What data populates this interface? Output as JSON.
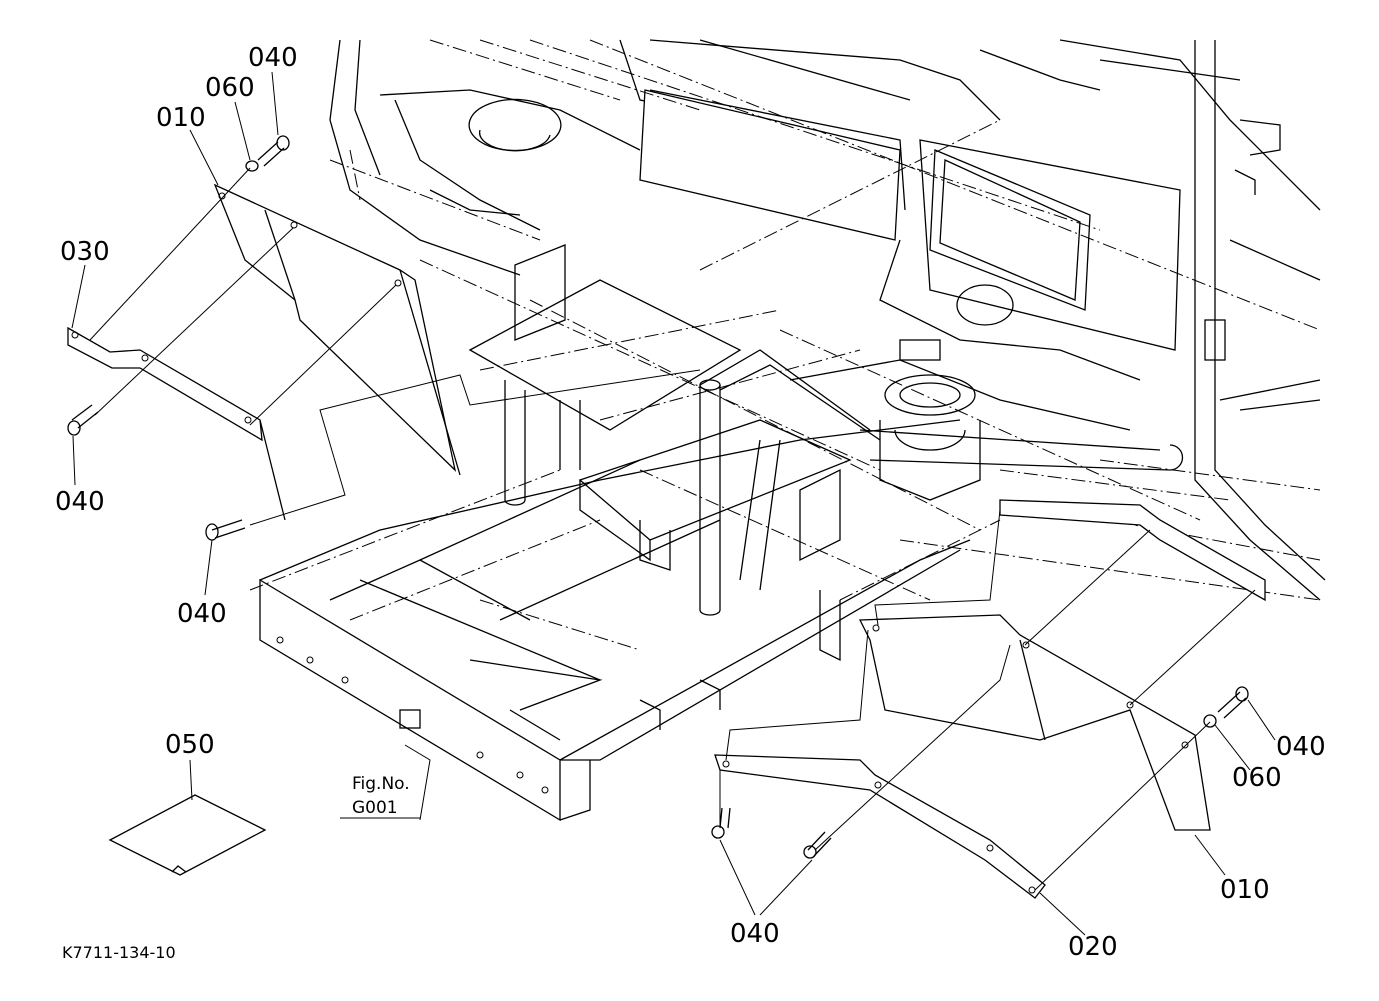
{
  "callouts": {
    "c040_top": "040",
    "c060_top": "060",
    "c010_left": "010",
    "c030": "030",
    "c040_left": "040",
    "c040_mid": "040",
    "c050": "050",
    "c040_right": "040",
    "c060_right": "060",
    "c010_right": "010",
    "c020": "020",
    "c040_bottom": "040"
  },
  "figure_reference": {
    "line1": "Fig.No.",
    "line2": "G001"
  },
  "drawing_code": "K7711-134-10"
}
